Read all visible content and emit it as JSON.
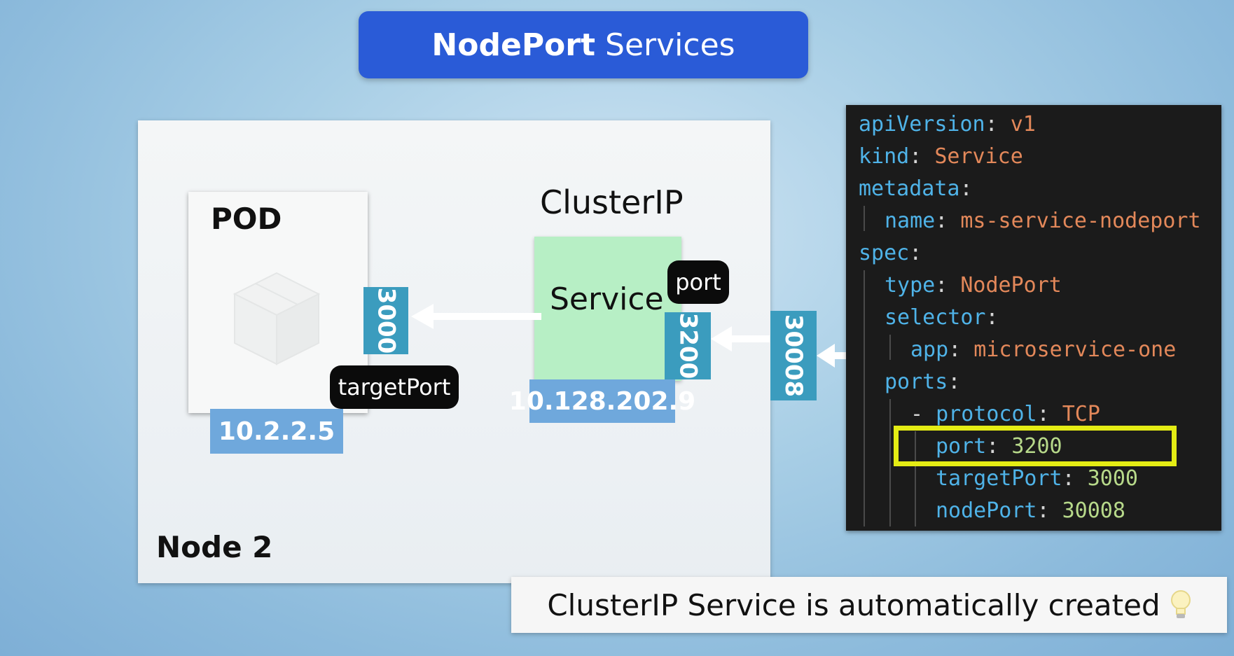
{
  "title": {
    "bold": "NodePort",
    "rest": "Services"
  },
  "node": {
    "label": "Node 2"
  },
  "pod": {
    "label": "POD",
    "target_port": "3000",
    "ip": "10.2.2.5",
    "target_port_label": "targetPort"
  },
  "service": {
    "cluster_label": "ClusterIP",
    "label": "Service",
    "port": "3200",
    "port_label": "port",
    "ip": "10.128.202.9",
    "node_port": "30008"
  },
  "yaml": {
    "lines": [
      {
        "key": "apiVersion",
        "sep": ":",
        "val": " v1"
      },
      {
        "key": "kind",
        "sep": ":",
        "val": " Service"
      },
      {
        "key": "metadata",
        "sep": ":",
        "val": ""
      },
      {
        "key": "name",
        "sep": ":",
        "val": " ms-service-nodeport"
      },
      {
        "key": "spec",
        "sep": ":",
        "val": ""
      },
      {
        "key": "type",
        "sep": ":",
        "val": " NodePort"
      },
      {
        "key": "selector",
        "sep": ":",
        "val": ""
      },
      {
        "key": "app",
        "sep": ":",
        "val": " microservice-one"
      },
      {
        "key": "ports",
        "sep": ":",
        "val": ""
      },
      {
        "dash": "- ",
        "key": "protocol",
        "sep": ":",
        "val": " TCP"
      },
      {
        "key": "port",
        "sep": ":",
        "val": " 3200"
      },
      {
        "key": "targetPort",
        "sep": ":",
        "val": " 3000"
      },
      {
        "key": "nodePort",
        "sep": ":",
        "val": " 30008"
      }
    ]
  },
  "caption": {
    "text": "ClusterIP Service is automatically created"
  },
  "colors": {
    "title_bg": "#2a5bd7",
    "port_tag": "#3b9cbe",
    "ip_tag": "#6fa8dc",
    "service_fill": "#b7efc5",
    "highlight": "#e4ec14"
  },
  "icons": {
    "pod": "box-icon",
    "caption": "lightbulb-icon"
  }
}
